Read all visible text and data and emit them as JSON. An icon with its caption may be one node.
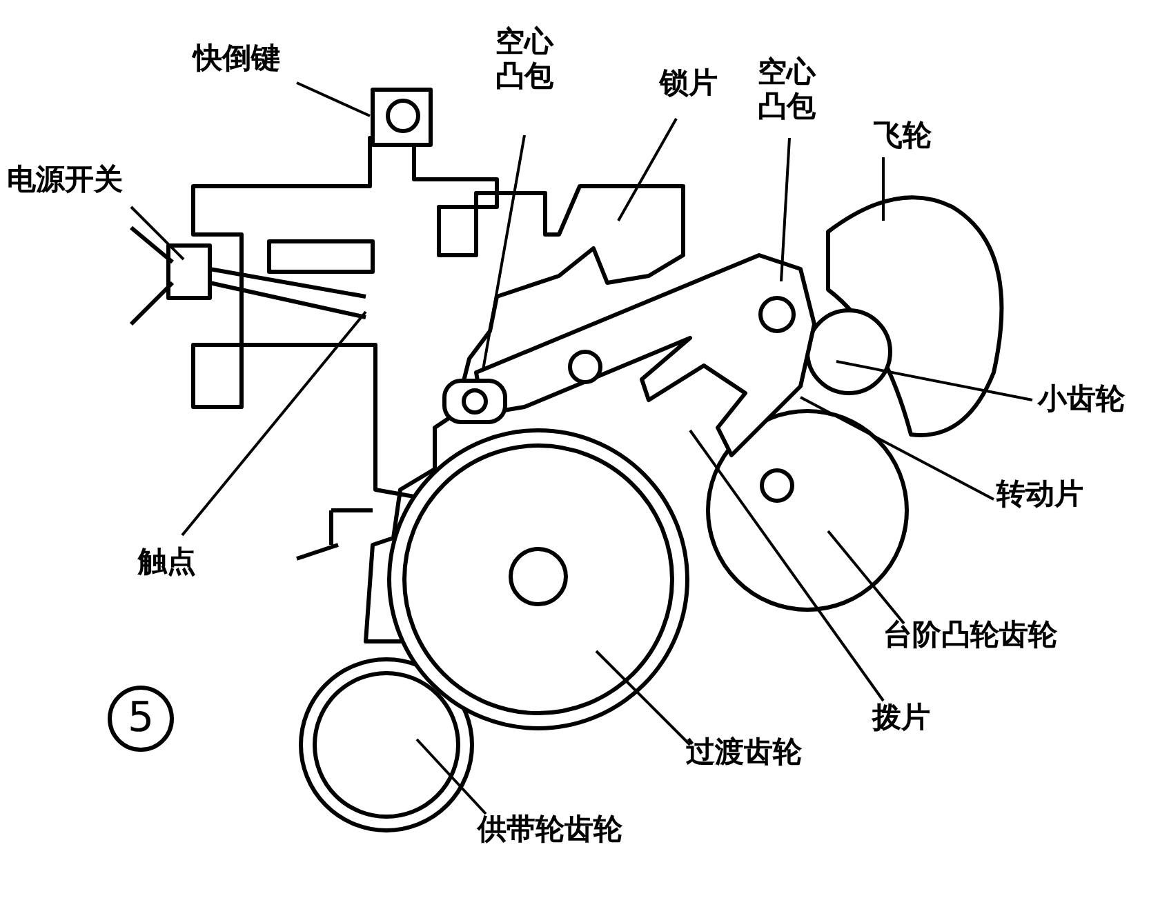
{
  "diagram": {
    "nodes": [
      {
        "text": [
          "快倒键"
        ]
      },
      {
        "text": [
          "空心凸包"
        ]
      },
      {
        "text": [
          "锁片"
        ]
      },
      {
        "text": [
          "空心凸包"
        ]
      },
      {
        "text": [
          "飞轮"
        ]
      },
      {
        "text": [
          "电源开关"
        ]
      },
      {
        "text": [
          "小齿轮"
        ]
      },
      {
        "text": [
          "转动片"
        ]
      },
      {
        "text": [
          "触点"
        ]
      },
      {
        "text": [
          "台阶凸轮齿轮"
        ]
      },
      {
        "text": [
          "拨片"
        ]
      },
      {
        "text": [
          "过渡齿轮"
        ]
      },
      {
        "text": [
          "供带轮齿轮"
        ]
      }
    ],
    "edges": [
      {
        "from": 0,
        "to": null,
        "arrow": "none"
      },
      {
        "from": 1,
        "to": null,
        "arrow": "none"
      },
      {
        "from": 2,
        "to": null,
        "arrow": "none"
      },
      {
        "from": 3,
        "to": null,
        "arrow": "none"
      },
      {
        "from": 4,
        "to": null,
        "arrow": "none"
      },
      {
        "from": 5,
        "to": null,
        "arrow": "none"
      },
      {
        "from": 6,
        "to": null,
        "arrow": "none"
      },
      {
        "from": 7,
        "to": null,
        "arrow": "none"
      },
      {
        "from": 8,
        "to": null,
        "arrow": "none"
      },
      {
        "from": 9,
        "to": null,
        "arrow": "none"
      },
      {
        "from": 10,
        "to": null,
        "arrow": "none"
      },
      {
        "from": 11,
        "to": null,
        "arrow": "none"
      },
      {
        "from": 12,
        "to": null,
        "arrow": "none"
      }
    ],
    "labels": [
      "5"
    ]
  }
}
